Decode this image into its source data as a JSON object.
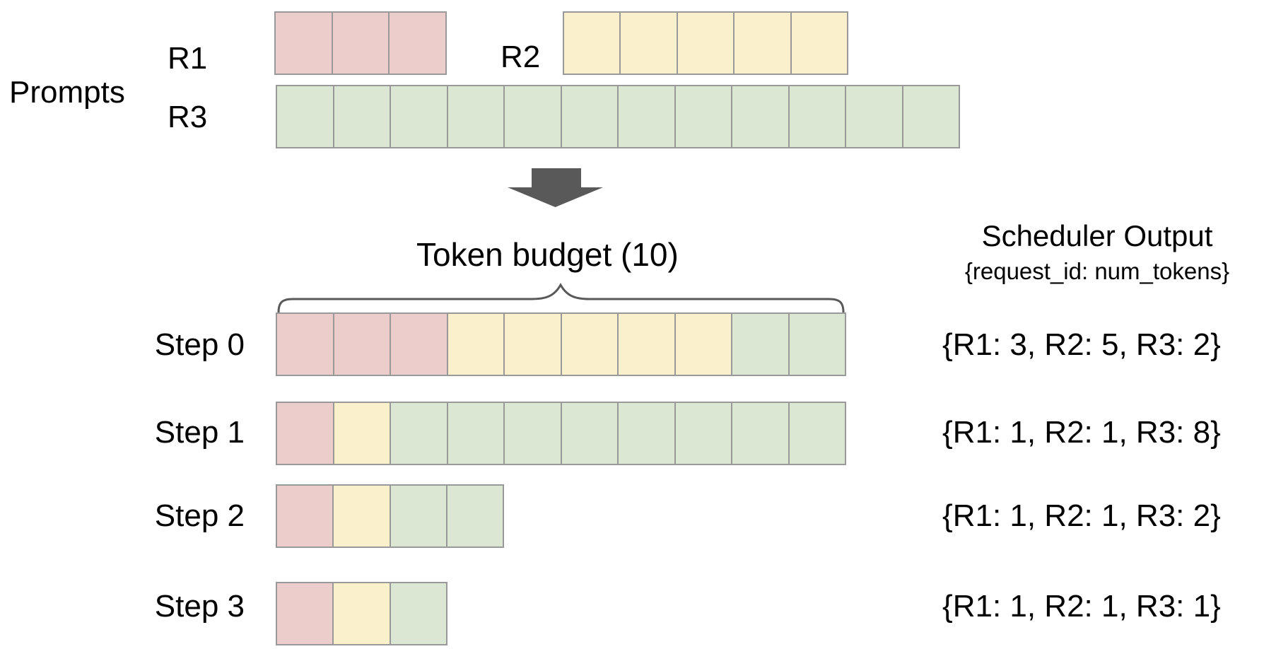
{
  "colors": {
    "pink": "#edcccc",
    "yellow": "#faf0cc",
    "green": "#dbe7d2",
    "border": "#999999",
    "arrow": "#595959",
    "brace": "#595959",
    "text": "#000000"
  },
  "prompts": {
    "label": "Prompts",
    "rows": [
      {
        "label": "R1",
        "num_tokens": 3,
        "segments": [
          [
            "pink",
            3
          ]
        ]
      },
      {
        "label": "R2",
        "num_tokens": 5,
        "segments": [
          [
            "yellow",
            5
          ]
        ]
      },
      {
        "label": "R3",
        "num_tokens": 12,
        "segments": [
          [
            "green",
            12
          ]
        ]
      }
    ]
  },
  "budget": {
    "label": "Token budget (10)",
    "value": 10
  },
  "scheduler": {
    "title": "Scheduler Output",
    "subtitle": "{request_id: num_tokens}"
  },
  "steps": [
    {
      "label": "Step 0",
      "segments": [
        [
          "pink",
          3
        ],
        [
          "yellow",
          5
        ],
        [
          "green",
          2
        ]
      ],
      "output": "{R1: 3, R2: 5, R3: 2}"
    },
    {
      "label": "Step 1",
      "segments": [
        [
          "pink",
          1
        ],
        [
          "yellow",
          1
        ],
        [
          "green",
          8
        ]
      ],
      "output": "{R1: 1, R2: 1, R3: 8}"
    },
    {
      "label": "Step 2",
      "segments": [
        [
          "pink",
          1
        ],
        [
          "yellow",
          1
        ],
        [
          "green",
          2
        ]
      ],
      "output": "{R1: 1, R2: 1, R3: 2}"
    },
    {
      "label": "Step 3",
      "segments": [
        [
          "pink",
          1
        ],
        [
          "yellow",
          1
        ],
        [
          "green",
          1
        ]
      ],
      "output": "{R1: 1, R2: 1, R3: 1}"
    }
  ]
}
